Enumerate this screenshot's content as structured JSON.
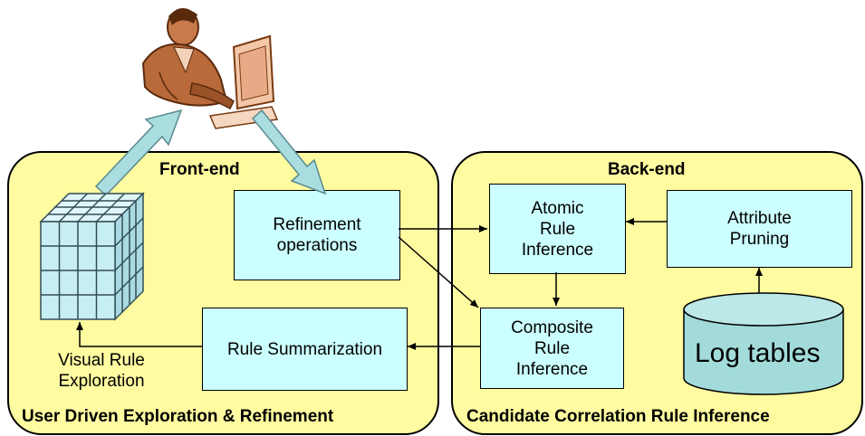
{
  "frontend": {
    "title": "Front-end",
    "footer": "User Driven Exploration & Refinement",
    "refinement_box": "Refinement\noperations",
    "summarization_box": "Rule Summarization",
    "cube_caption": "Visual Rule\nExploration"
  },
  "backend": {
    "title": "Back-end",
    "footer": "Candidate Correlation Rule Inference",
    "atomic_box": "Atomic\nRule\nInference",
    "attribute_box": "Attribute\nPruning",
    "composite_box": "Composite\nRule\nInference",
    "log_tables": "Log tables"
  },
  "colors": {
    "panel_fill": "#fffba0",
    "box_fill": "#ccffff",
    "big_arrow_fill": "#a9dde0",
    "cylinder_fill": "#a3dbdb",
    "cube_front": "#c7eef2"
  },
  "icons": [
    "user-at-computer-icon",
    "data-cube-icon",
    "log-tables-cylinder-icon"
  ]
}
